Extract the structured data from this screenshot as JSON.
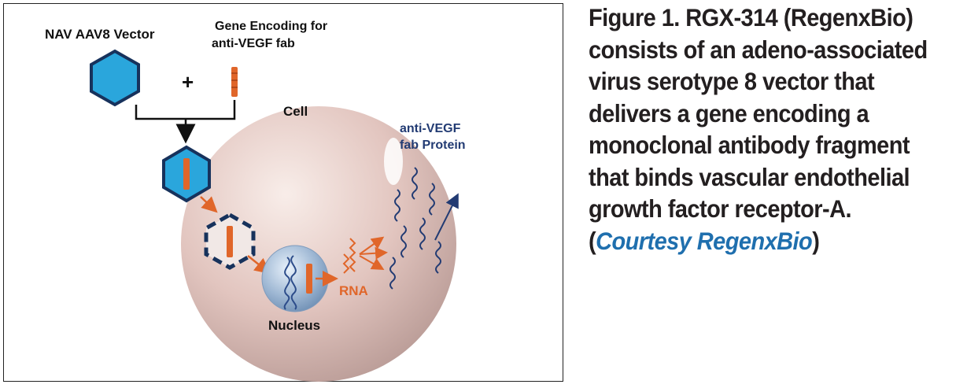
{
  "diagram": {
    "vector_label": "NAV AAV8 Vector",
    "gene_label_line1": "Gene Encoding for",
    "gene_label_line2": "anti-VEGF fab",
    "plus_sign": "+",
    "cell_label": "Cell",
    "protein_label_line1": "anti-VEGF",
    "protein_label_line2": "fab Protein",
    "rna_label": "RNA",
    "nucleus_label": "Nucleus"
  },
  "caption": {
    "text": "Figure 1. RGX-314 (RegenxBio) consists of an adeno-associated virus serotype 8 vector that delivers a gene encoding a monoclonal antibody fragment that binds vascular endothelial growth factor receptor-A. (",
    "courtesy": "Courtesy RegenxBio",
    "close": ")"
  },
  "colors": {
    "vector_blue": "#2aa6dc",
    "gene_orange": "#e0662a",
    "protein_navy": "#223b73",
    "caption_link": "#1f6fae"
  }
}
